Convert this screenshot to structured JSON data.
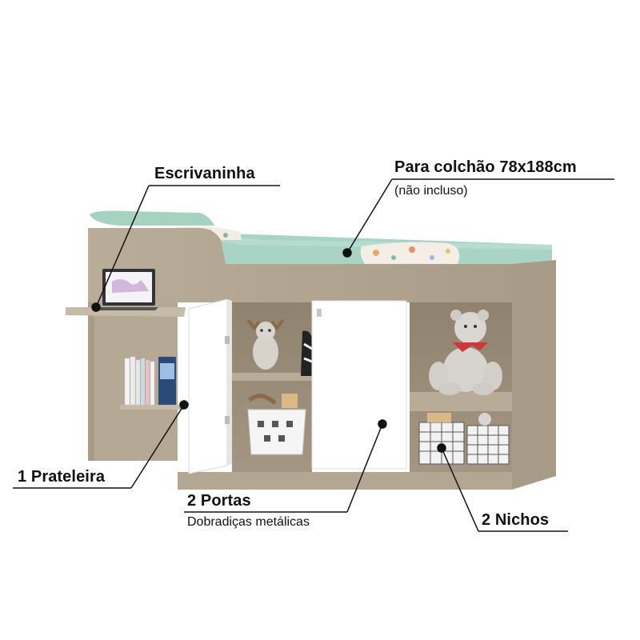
{
  "callouts": {
    "desk": {
      "title": "Escrivaninha"
    },
    "mattress": {
      "title": "Para colchão 78x188cm",
      "subtitle": "(não incluso)"
    },
    "shelf": {
      "title": "1 Prateleira"
    },
    "doors": {
      "title": "2 Portas",
      "subtitle": "Dobradiças metálicas"
    },
    "niches": {
      "title": "2 Nichos"
    }
  },
  "colors": {
    "wood": "#b7ab98",
    "wood_dark": "#9e927f",
    "door_white": "#ffffff",
    "mattress": "#a9d3c4",
    "callout_line": "#111111"
  }
}
